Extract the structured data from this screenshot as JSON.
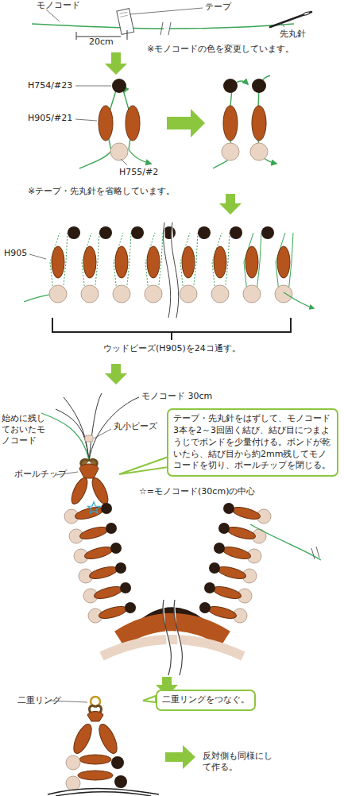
{
  "diagram": {
    "nodes": [
      {
        "text": [
          "テープ・先丸針をはずして、モノコード3本を2～3回固く結び、結び目につまようじでボンドを少量付ける。ボンドが乾いたら、結び目から約2mm残してモノコードを切り、ボールチップを閉じる。"
        ]
      },
      {
        "text": [
          "二重リングをつなぐ。"
        ]
      }
    ],
    "edges": [],
    "labels": [
      "モノコード",
      "テープ",
      "20cm",
      "先丸針",
      "※モノコードの色を変更しています。",
      "H754/#23",
      "H905/#21",
      "H755/#2",
      "※テープ・先丸針を省略しています。",
      "H905",
      "ウッドビーズ(H905)を24コ通す。",
      "モノコード 30cm",
      "始めに残しておいたモノコード",
      "丸小ビーズ",
      "ボールチップ",
      "☆=モノコード(30cm)の中心",
      "二重リング",
      "反対側も同様にして作る。"
    ]
  }
}
